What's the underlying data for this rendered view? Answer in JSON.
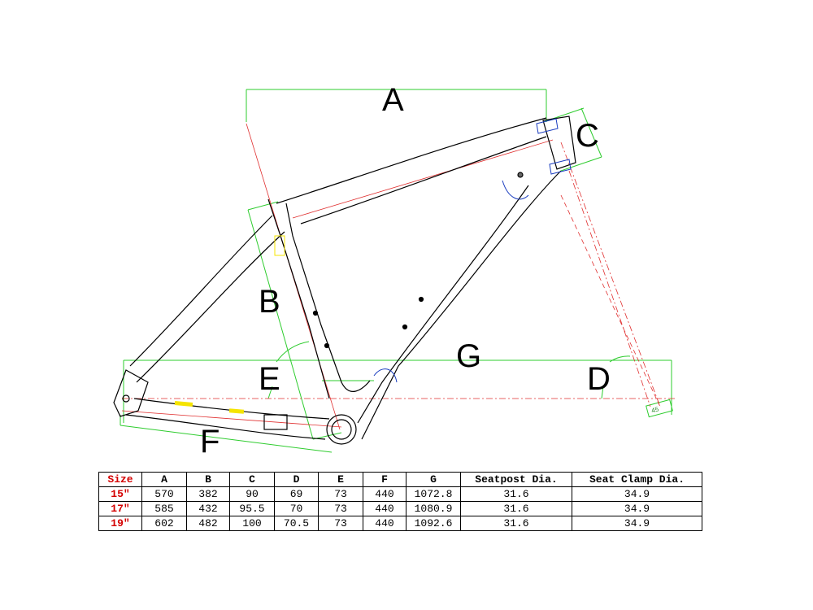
{
  "diagram": {
    "dimension_letters": {
      "a": "A",
      "b": "B",
      "c": "C",
      "d": "D",
      "e": "E",
      "f": "F",
      "g": "G"
    },
    "angle_label": "45"
  },
  "table": {
    "headers": [
      "Size",
      "A",
      "B",
      "C",
      "D",
      "E",
      "F",
      "G",
      "Seatpost Dia.",
      "Seat Clamp Dia."
    ],
    "rows": [
      [
        "15″",
        "570",
        "382",
        "90",
        "69",
        "73",
        "440",
        "1072.8",
        "31.6",
        "34.9"
      ],
      [
        "17″",
        "585",
        "432",
        "95.5",
        "70",
        "73",
        "440",
        "1080.9",
        "31.6",
        "34.9"
      ],
      [
        "19″",
        "602",
        "482",
        "100",
        "70.5",
        "73",
        "440",
        "1092.6",
        "31.6",
        "34.9"
      ]
    ]
  },
  "colors": {
    "frame_outline": "#000000",
    "dimension_lines": "#2ecc2e",
    "centerlines": "#e03030",
    "angle_arcs": "#1a3dbf",
    "size_label": "#d40000"
  }
}
